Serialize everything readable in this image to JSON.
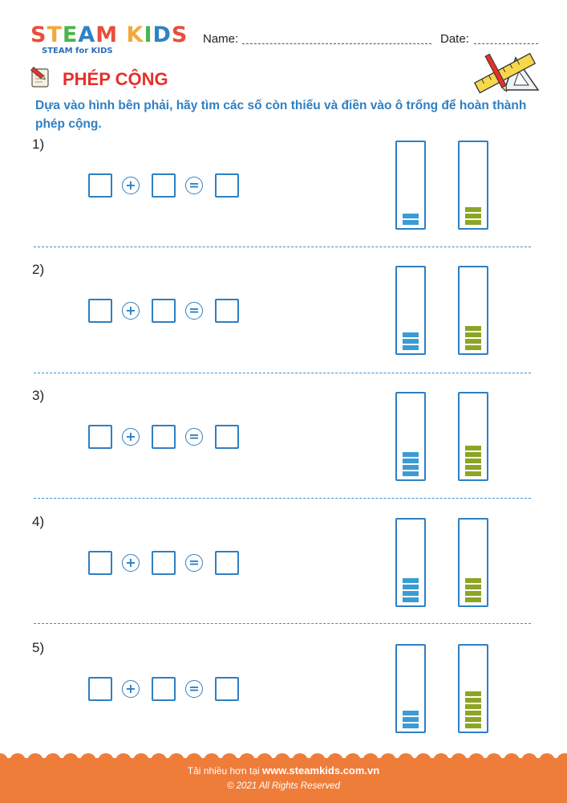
{
  "logo": {
    "letters": [
      "S",
      "T",
      "E",
      "A",
      "M",
      " ",
      "K",
      "I",
      "D",
      "S"
    ],
    "letter_colors": [
      "#e94e3c",
      "#f2a93b",
      "#4bb54a",
      "#2e83c6",
      "#e94e3c",
      "#ffffff",
      "#f2a93b",
      "#4bb54a",
      "#2e83c6",
      "#e94e3c"
    ],
    "subtitle": "STEAM for KIDS"
  },
  "header": {
    "name_label": "Name:",
    "date_label": "Date:"
  },
  "title": "PHÉP CỘNG",
  "instruction": "Dựa vào hình bên phải, hãy tìm các số còn thiếu và điền vào ô trống để hoàn thành phép cộng.",
  "colors": {
    "accent_blue": "#2f7fc3",
    "block_blue": "#3b9bd6",
    "block_green": "#8aa623",
    "title_red": "#e5302c",
    "footer_orange": "#ef7d3a"
  },
  "icons": {
    "title_icon": "pencil-paper-icon",
    "tools_icon": "ruler-triangle-pencil-icon"
  },
  "operators": {
    "plus": "+",
    "equals": "="
  },
  "problems": [
    {
      "label": "1)",
      "blue_blocks": 2,
      "green_blocks": 3
    },
    {
      "label": "2)",
      "blue_blocks": 3,
      "green_blocks": 4
    },
    {
      "label": "3)",
      "blue_blocks": 4,
      "green_blocks": 5
    },
    {
      "label": "4)",
      "blue_blocks": 4,
      "green_blocks": 4
    },
    {
      "label": "5)",
      "blue_blocks": 3,
      "green_blocks": 6
    }
  ],
  "footer": {
    "prefix": "Tải nhiều hơn tại ",
    "site": "www.steamkids.com.vn",
    "copyright": "© 2021 All Rights Reserved"
  }
}
